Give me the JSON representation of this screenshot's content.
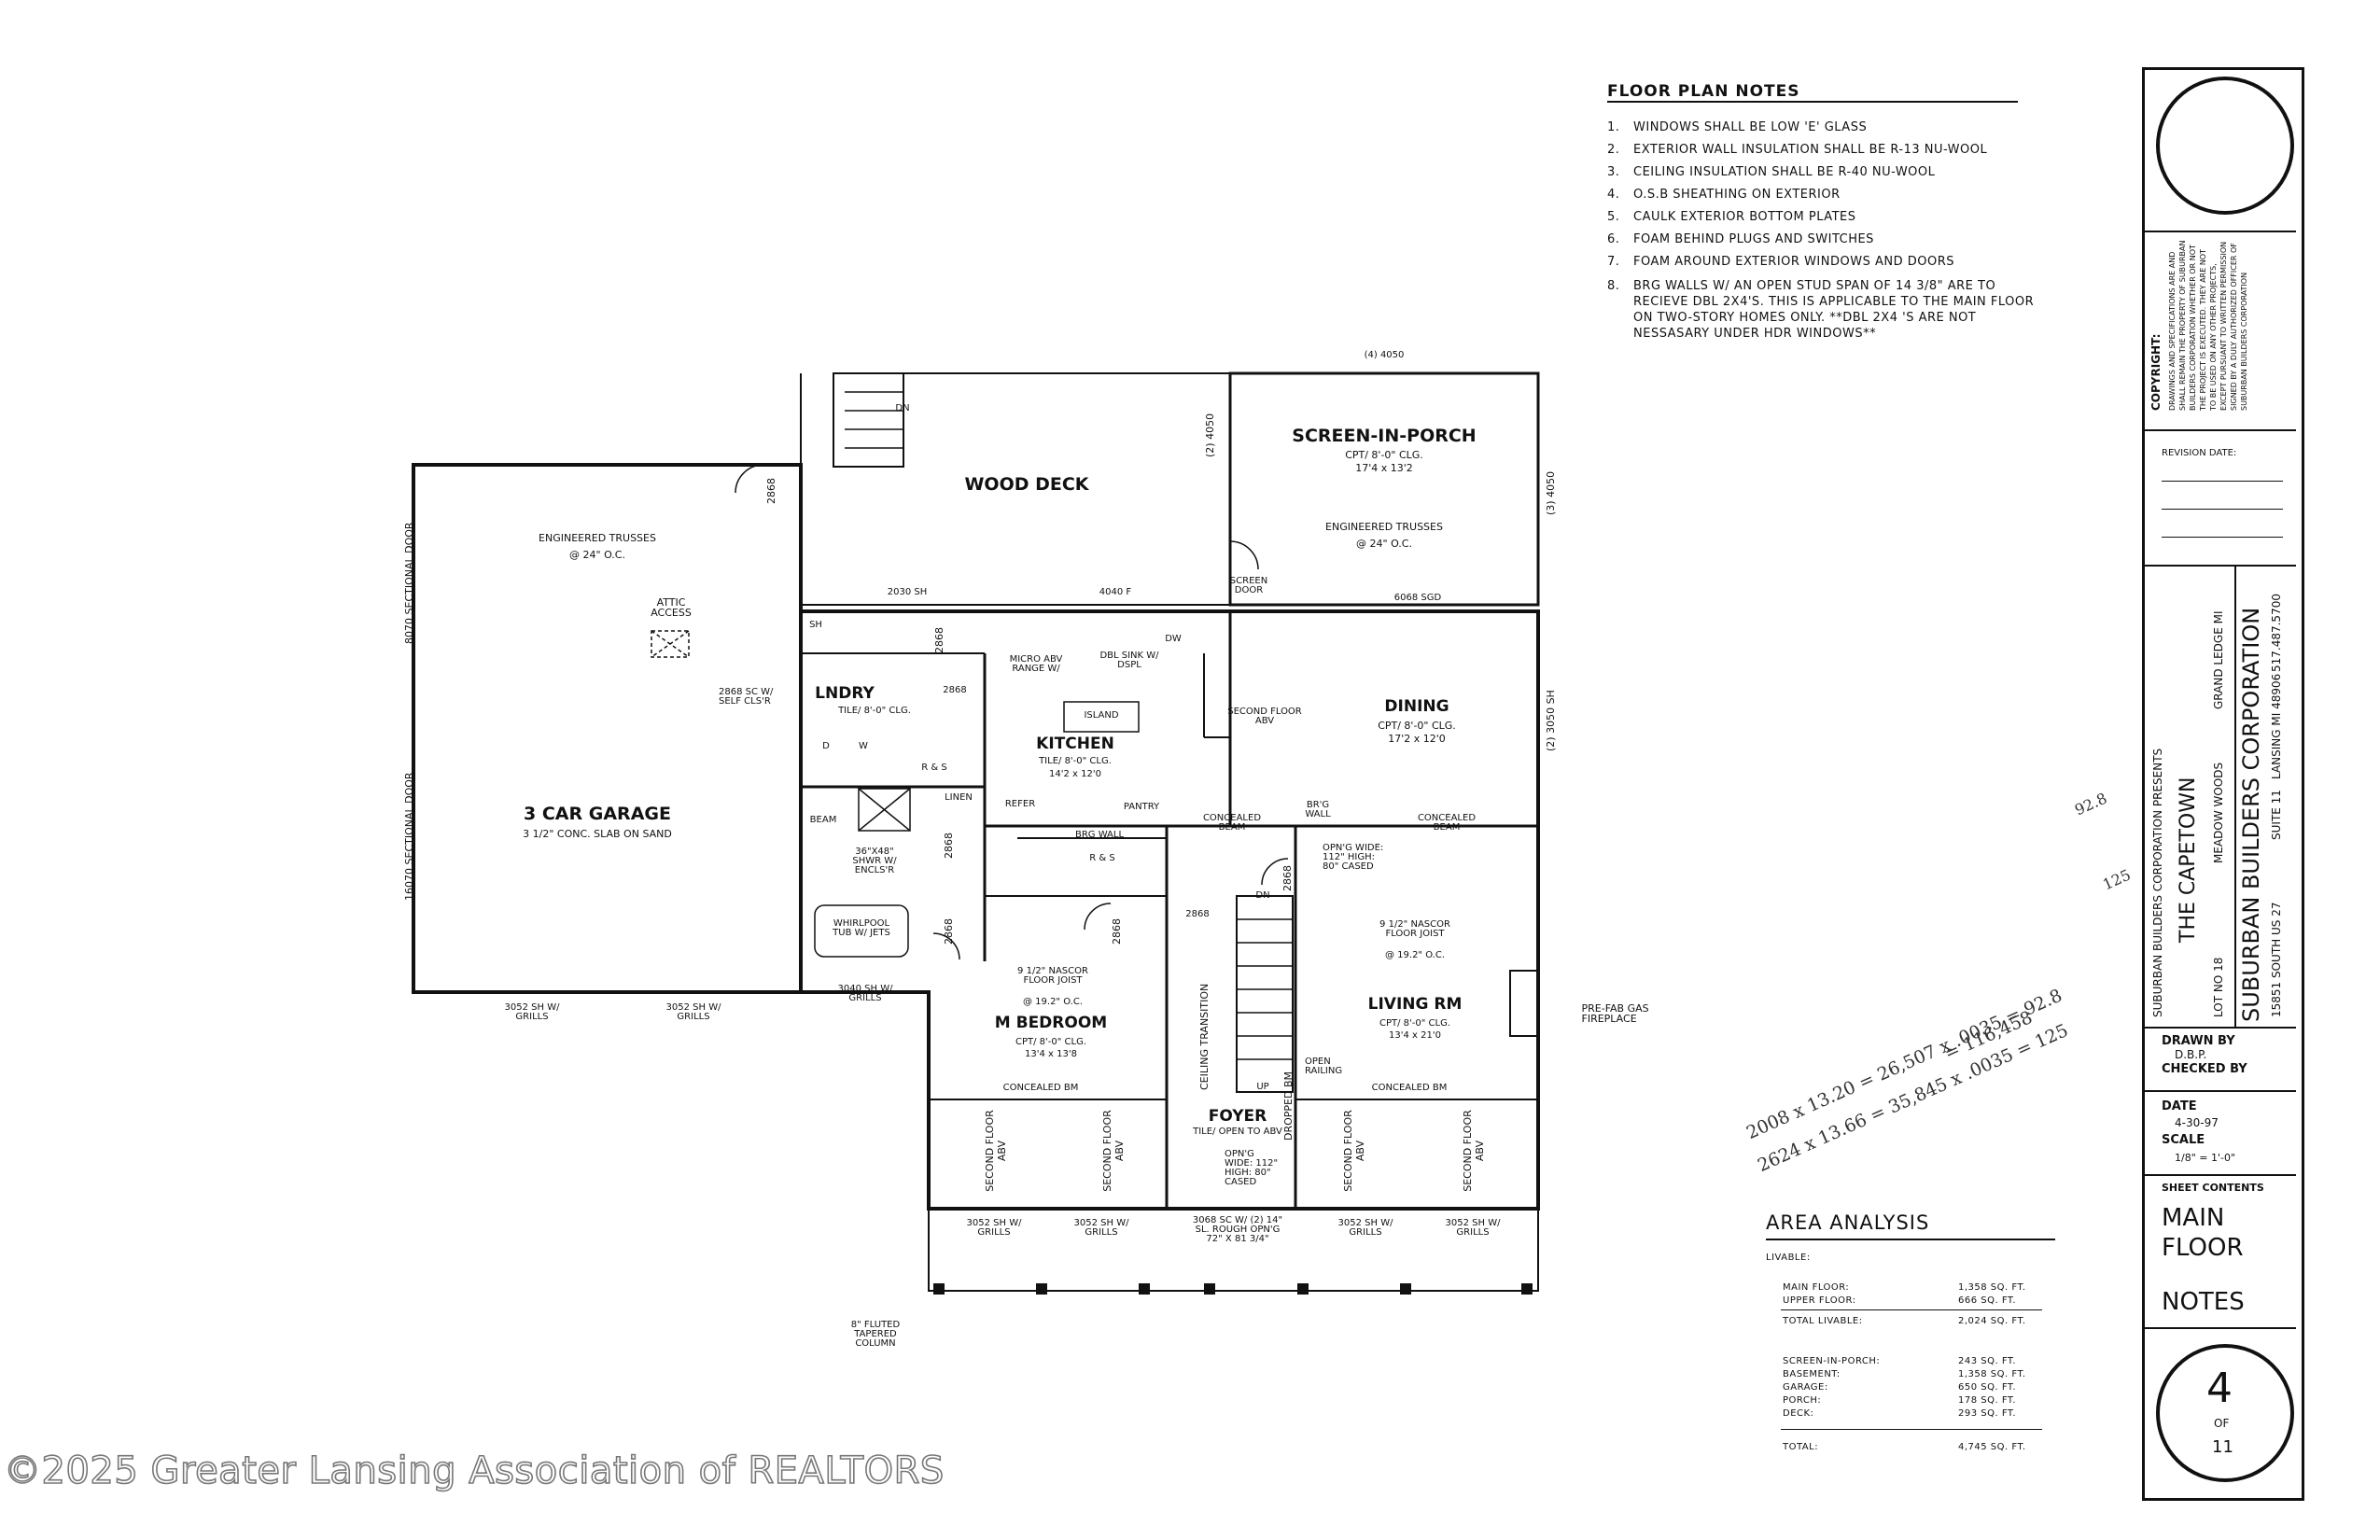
{
  "plan": {
    "rooms": {
      "wood_deck": "WOOD DECK",
      "screen_porch": {
        "name": "SCREEN-IN-PORCH",
        "ceiling": "CPT/ 8'-0\" CLG.",
        "size": "17'4 x 13'2",
        "trusses": "ENGINEERED TRUSSES",
        "spacing": "@ 24\" O.C."
      },
      "garage": {
        "name": "3 CAR GARAGE",
        "slab": "3 1/2\" CONC. SLAB ON SAND",
        "trusses": "ENGINEERED TRUSSES",
        "spacing": "@ 24\" O.C.",
        "attic": "ATTIC ACCESS"
      },
      "laundry": {
        "name": "LNDRY",
        "ceiling": "TILE/ 8'-0\" CLG."
      },
      "kitchen": {
        "name": "KITCHEN",
        "ceiling": "TILE/ 8'-0\" CLG.",
        "size": "14'2 x 12'0",
        "island": "ISLAND",
        "micro": "MICRO ABV RANGE W/",
        "sink": "DBL SINK W/ DSPL",
        "refer": "REFER",
        "pantry": "PANTRY",
        "linen": "LINEN",
        "dw": "DW"
      },
      "dining": {
        "name": "DINING",
        "ceiling": "CPT/ 8'-0\" CLG.",
        "size": "17'2 x 12'0"
      },
      "bedroom": {
        "name": "M BEDROOM",
        "ceiling": "CPT/ 8'-0\" CLG.",
        "size": "13'4 x 13'8",
        "joist": "9 1/2\" NASCOR FLOOR JOIST",
        "spacing": "@ 19.2\" O.C."
      },
      "living": {
        "name": "LIVING RM",
        "ceiling": "CPT/ 8'-0\" CLG.",
        "size": "13'4 x 21'0",
        "joist": "9 1/2\" NASCOR FLOOR JOIST",
        "spacing": "@ 19.2\" O.C."
      },
      "foyer": {
        "name": "FOYER",
        "ceiling": "TILE/ OPEN TO ABV"
      },
      "bath": {
        "shower": "36\"X48\" SHWR W/ ENCLS'R",
        "tub": "WHIRLPOOL TUB W/ JETS",
        "sh": "SH"
      }
    },
    "annotations": {
      "brg_wall": "BRG WALL",
      "brg_wall2": "BR'G WALL",
      "concealed_beam": "CONCEALED BEAM",
      "concealed_bm": "CONCEALED BM",
      "second_floor_abv": "SECOND FLOOR ABV",
      "screen_door": "SCREEN DOOR",
      "opening_living": "OPN'G WIDE: 112\" HIGH: 80\" CASED",
      "opening_foyer": "OPN'G WIDE: 112\" HIGH: 80\" CASED",
      "ceiling_transition": "CEILING TRANSITION",
      "dropped_bm": "DROPPED BM",
      "open_railing": "OPEN RAILING",
      "fireplace": "PRE-FAB GAS FIREPLACE",
      "column": "8\" FLUTED TAPERED COLUMN",
      "door_sc": "2868 SC W/ SELF CLS'R",
      "front_door": "3068 SC W/ (2) 14\" SL. ROUGH OPN'G 72\" X 81 3/4\"",
      "r_s": "R & S",
      "dn": "DN",
      "up": "UP",
      "beam": "BEAM",
      "wd": "D",
      "ww": "W",
      "garage_door_top": "8070 SECTIONAL DOOR",
      "garage_door_bottom": "16070 SECTIONAL DOOR"
    },
    "windows": {
      "w4050_top": "(4) 4050",
      "w4050_left": "(2) 4050",
      "w4050_right": "(3) 4050",
      "w2030": "2030 SH",
      "w4040": "4040 F",
      "w6068": "6068 SGD",
      "w2868_a": "2868",
      "w2868_b": "2868",
      "w2868_c": "2868",
      "w2868_d": "2868",
      "w2868_e": "2868",
      "w2868_f": "2868",
      "w2868_g": "2868",
      "w2868_h": "2868",
      "w3050_right": "(2) 3050 SH",
      "w3052_g1": "3052 SH W/ GRILLS",
      "w3052_g2": "3052 SH W/ GRILLS",
      "w3040": "3040 SH W/ GRILLS",
      "w3052_f1": "3052 SH W/ GRILLS",
      "w3052_f2": "3052 SH W/ GRILLS",
      "w3052_f3": "3052 SH W/ GRILLS",
      "w3052_f4": "3052 SH W/ GRILLS"
    }
  },
  "notes": {
    "title": "FLOOR PLAN NOTES",
    "items": [
      {
        "n": "1.",
        "text": "WINDOWS SHALL BE LOW 'E' GLASS"
      },
      {
        "n": "2.",
        "text": "EXTERIOR WALL INSULATION SHALL BE R-13 NU-WOOL"
      },
      {
        "n": "3.",
        "text": "CEILING INSULATION SHALL BE R-40 NU-WOOL"
      },
      {
        "n": "4.",
        "text": "O.S.B SHEATHING ON EXTERIOR"
      },
      {
        "n": "5.",
        "text": "CAULK EXTERIOR BOTTOM PLATES"
      },
      {
        "n": "6.",
        "text": "FOAM BEHIND PLUGS AND SWITCHES"
      },
      {
        "n": "7.",
        "text": "FOAM AROUND EXTERIOR WINDOWS AND DOORS"
      },
      {
        "n": "8.",
        "text": "BRG WALLS W/ AN OPEN STUD SPAN OF 14 3/8\" ARE TO RECIEVE DBL 2X4'S. THIS IS APPLICABLE TO THE MAIN FLOOR ON TWO-STORY HOMES ONLY. **DBL 2X4 'S ARE NOT NESSASARY UNDER HDR WINDOWS**"
      }
    ]
  },
  "area": {
    "title": "AREA ANALYSIS",
    "livable_label": "LIVABLE:",
    "livable": [
      {
        "label": "MAIN FLOOR:",
        "value": "1,358 SQ. FT."
      },
      {
        "label": "UPPER FLOOR:",
        "value": "666 SQ. FT."
      }
    ],
    "total_livable": {
      "label": "TOTAL LIVABLE:",
      "value": "2,024 SQ. FT."
    },
    "other": [
      {
        "label": "SCREEN-IN-PORCH:",
        "value": "243 SQ. FT."
      },
      {
        "label": "BASEMENT:",
        "value": "1,358 SQ. FT."
      },
      {
        "label": "GARAGE:",
        "value": "650 SQ. FT."
      },
      {
        "label": "PORCH:",
        "value": "178 SQ. FT."
      },
      {
        "label": "DECK:",
        "value": "293 SQ. FT."
      }
    ],
    "total": {
      "label": "TOTAL:",
      "value": "4,745 SQ. FT."
    }
  },
  "title_block": {
    "copyright_title": "COPYRIGHT:",
    "copyright_text": "DRAWINGS AND SPECIFICATIONS ARE AND SHALL REMAIN THE PROPERTY OF SUBURBAN BUILDERS CORPORATION WHETHER OR NOT THE PROJECT IS EXECUTED. THEY ARE NOT TO BE USED ON ANY OTHER PROJECTS, EXCEPT PURSUANT TO WRITTEN PERMISSION SIGNED BY A DULY AUTHORIZED OFFICER OF SUBURBAN BUILDERS CORPORATION",
    "revision": "REVISION DATE:",
    "presents": "SUBURBAN BUILDERS CORPORATION PRESENTS",
    "plan_name": "THE CAPETOWN",
    "lot": "LOT NO 18",
    "subdivision": "MEADOW WOODS",
    "city": "GRAND LEDGE MI",
    "company": "SUBURBAN BUILDERS CORPORATION",
    "address": "15851 SOUTH US 27",
    "suite": "SUITE 11",
    "city2": "LANSING MI 48906",
    "phone": "517.487.5700",
    "drawn_label": "DRAWN BY",
    "drawn_value": "D.B.P.",
    "checked_label": "CHECKED BY",
    "date_label": "DATE",
    "date_value": "4-30-97",
    "scale_label": "SCALE",
    "scale_value": "1/8\" = 1'-0\"",
    "contents_label": "SHEET CONTENTS",
    "contents_1": "MAIN",
    "contents_2": "FLOOR",
    "contents_3": "NOTES",
    "sheet_num": "4",
    "sheet_of": "OF",
    "sheet_total": "11"
  },
  "handwritten": {
    "line1": "2008 x 13.20 = 26,507 x .0035 = 92.8",
    "line2": "2624 x 13.66 = 35,845 x .0035 = 125",
    "line3": "= 116,458",
    "line4": "92.8",
    "line5": "125"
  },
  "watermark": "©2025 Greater Lansing Association of REALTORS"
}
